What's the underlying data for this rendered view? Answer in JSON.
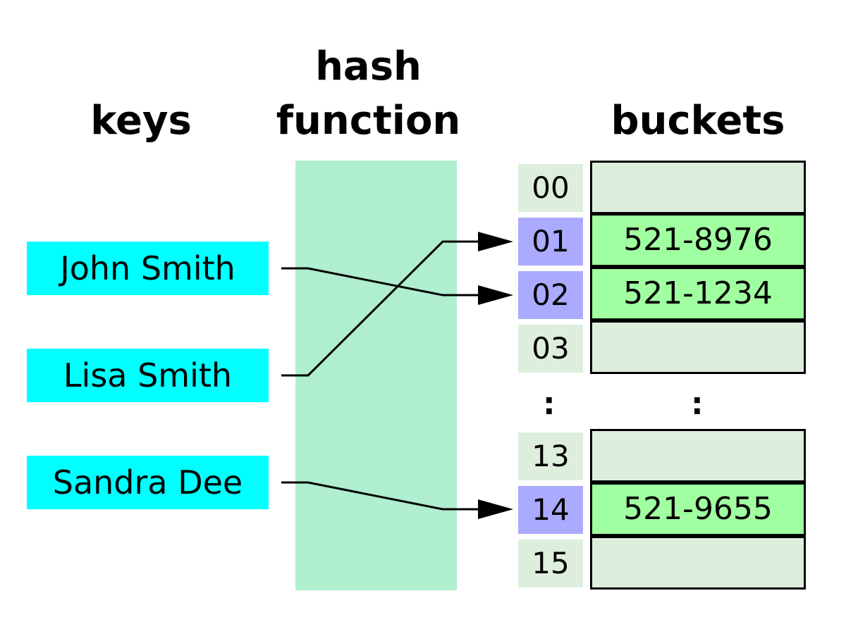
{
  "headers": {
    "keys": "keys",
    "hash_line1": "hash",
    "hash_line2": "function",
    "buckets": "buckets"
  },
  "keys": [
    "John Smith",
    "Lisa Smith",
    "Sandra Dee"
  ],
  "indices": [
    "00",
    "01",
    "02",
    "03",
    "13",
    "14",
    "15"
  ],
  "buckets": [
    "",
    "521-8976",
    "521-1234",
    "",
    "",
    "521-9655",
    ""
  ],
  "ellipsis": ":",
  "mappings": [
    {
      "key": "John Smith",
      "index": "02"
    },
    {
      "key": "Lisa Smith",
      "index": "01"
    },
    {
      "key": "Sandra Dee",
      "index": "14"
    }
  ],
  "colors": {
    "key_fill": "#00ffff",
    "hash_fill": "#afeecf",
    "index_empty": "#ddeedd",
    "index_used": "#aaaaff",
    "bucket_empty": "#ddeedd",
    "bucket_used": "#a0ffa0"
  }
}
